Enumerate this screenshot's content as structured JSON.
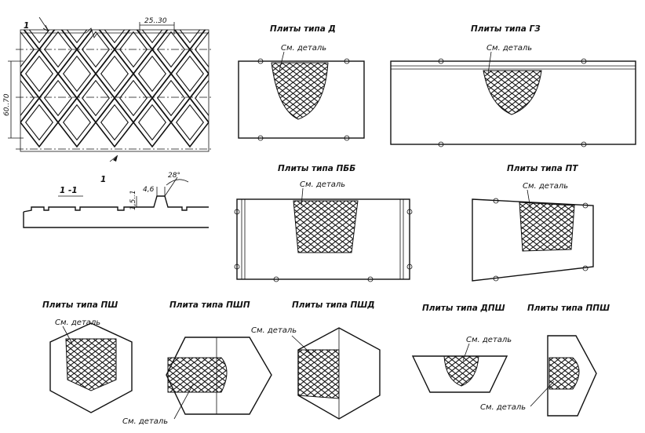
{
  "drawing": {
    "section": {
      "mark": "1",
      "title": "1 -1"
    },
    "dimensions": {
      "rib_pitch": "25..30",
      "cell_height": "60..70",
      "rib_width": "4,6",
      "rib_height": "1,5..1",
      "rib_angle": "28°"
    },
    "panels": [
      {
        "id": "d",
        "title": "Плиты типа Д",
        "detail": "См. деталь"
      },
      {
        "id": "gz",
        "title": "Плиты типа ГЗ",
        "detail": "См. деталь"
      },
      {
        "id": "pbb",
        "title": "Плиты типа ПББ",
        "detail": "См. деталь"
      },
      {
        "id": "pt",
        "title": "Плиты типа ПТ",
        "detail": "См. деталь"
      },
      {
        "id": "psh",
        "title": "Плиты типа ПШ",
        "detail": "См. деталь"
      },
      {
        "id": "pshp",
        "title": "Плита типа ПШП",
        "detail": "См. деталь"
      },
      {
        "id": "pshd",
        "title": "Плиты типа ПШД",
        "detail": "См. деталь"
      },
      {
        "id": "dpsh",
        "title": "Плиты типа ДПШ",
        "detail": "См. деталь"
      },
      {
        "id": "ppsh",
        "title": "Плиты типа ППШ",
        "detail": "См. деталь"
      }
    ]
  }
}
